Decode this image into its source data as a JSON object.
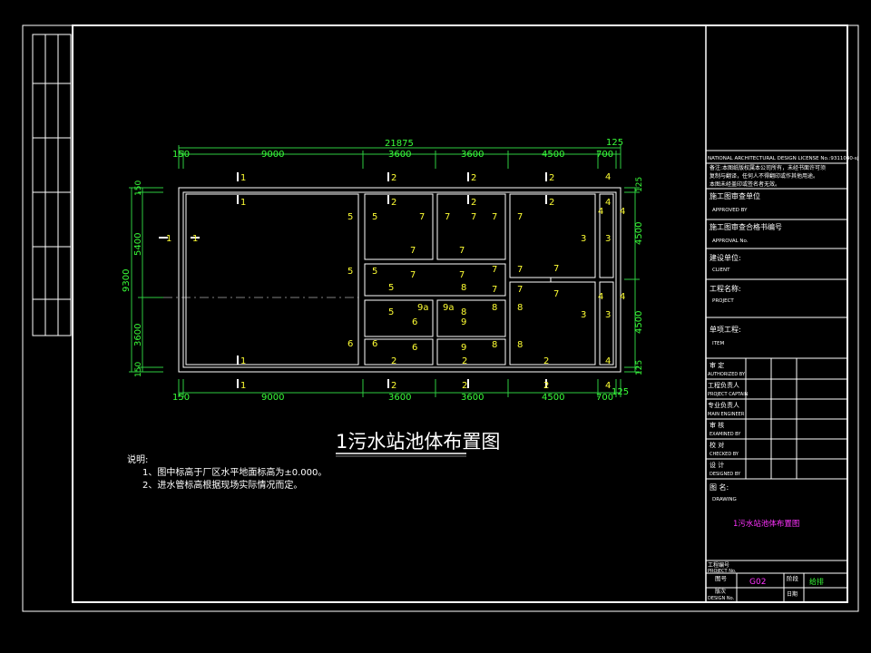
{
  "drawing": {
    "title": "1污水站池体布置图",
    "notes_title": "说明:",
    "notes": [
      "1、图中标高于厂区水平地面标高为±0.000。",
      "2、进水管标高根据现场实际情况而定。"
    ],
    "overall_width": "21875",
    "overall_height": "9300",
    "top_dims": [
      "150",
      "9000",
      "3600",
      "3600",
      "4500",
      "700"
    ],
    "top_extra": "125",
    "bottom_dims": [
      "150",
      "9000",
      "3600",
      "3600",
      "4500",
      "700"
    ],
    "bottom_extra": "125",
    "left_dims": [
      "150",
      "5400",
      "3600",
      "150"
    ],
    "right_dims": [
      "125",
      "4500",
      "4500",
      "125"
    ],
    "section_marks": [
      "1",
      "2",
      "3",
      "4",
      "5",
      "6",
      "7",
      "8",
      "9",
      "9a"
    ]
  },
  "title_block": {
    "license": "NATIONAL ARCHITECTURAL DESIGN LICENSE No.:9311040-sj",
    "remark_lines": [
      "备注:本图纸版权属本公司所有，未经书面许可须",
      "    复制与翻译，任何人不得翻印或作其他用途。",
      "    本图未经盖印或签名者无效。"
    ],
    "approved_cn": "施工图审查单位",
    "approved_en": "APPROVED BY",
    "approval_no_cn": "施工图审查合格书编号",
    "approval_no_en": "APPROVAL No.",
    "client_cn": "建设单位:",
    "client_en": "CLIENT",
    "project_cn": "工程名称:",
    "project_en": "PROJECT",
    "item_cn": "单项工程:",
    "item_en": "ITEM",
    "roles": [
      {
        "cn": "审  定",
        "en": "AUTHORIZED BY"
      },
      {
        "cn": "工程负责人",
        "en": "PROJECT CAPTAIN"
      },
      {
        "cn": "专业负责人",
        "en": "MAIN ENGINEER"
      },
      {
        "cn": "审  核",
        "en": "EXAMINED BY"
      },
      {
        "cn": "校  对",
        "en": "CHECKED BY"
      },
      {
        "cn": "设  计",
        "en": "DESIGNED BY"
      }
    ],
    "drawing_name_cn": "图  名:",
    "drawing_name_en": "DRAWING",
    "drawing_name_value": "1污水站池体布置图",
    "project_no_label": "工程编号",
    "project_no_en": "PROJECT No.",
    "drawing_no_label": "图号",
    "drawing_no_value": "G02",
    "phase_label": "阶段",
    "phase_value": "给排",
    "date_label": "日期",
    "design_no_label": "版次",
    "design_no_en": "DESIGN No."
  },
  "colors": {
    "background": "#000000",
    "lines": "#ffffff",
    "dimensions": "#2ecc40",
    "marks": "#ffff33",
    "title_accent": "#ff33ff"
  }
}
